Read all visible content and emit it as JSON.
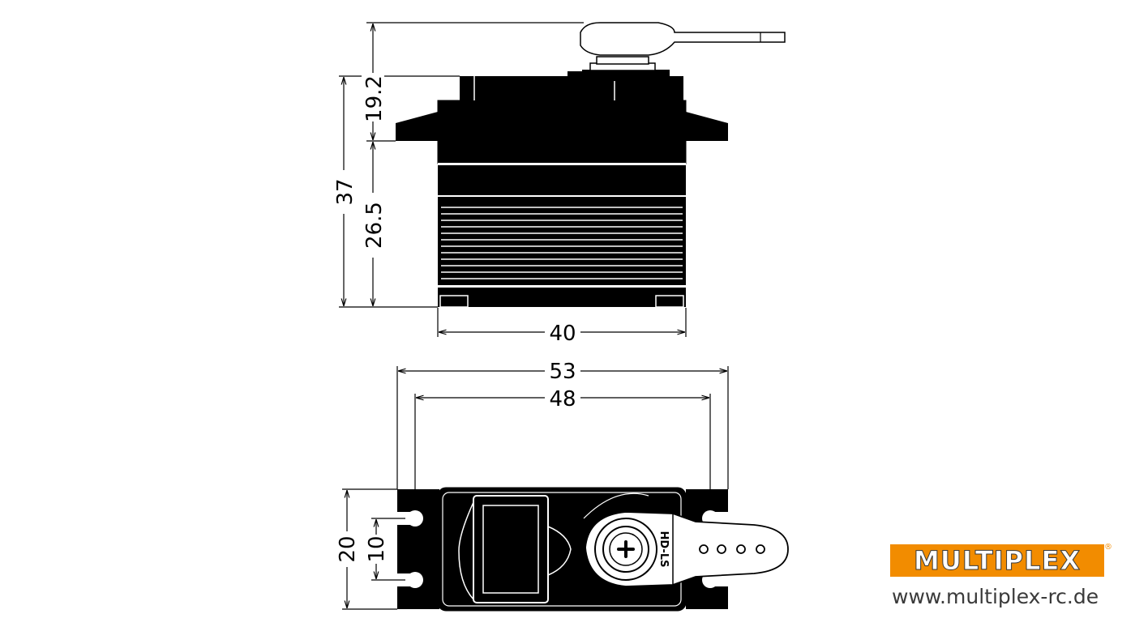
{
  "dimensions": {
    "total_height": "37",
    "upper_height": "19.2",
    "lower_height": "26.5",
    "body_width": "40",
    "overall_length": "53",
    "mount_spacing": "48",
    "depth": "20",
    "hole_spacing": "10"
  },
  "horn_label": "HD-LS",
  "brand": {
    "logo_text": "MULTIPLEX",
    "registered_mark": "®",
    "website": "www.multiplex-rc.de",
    "color": "#f28c00"
  },
  "colors": {
    "line": "#000000",
    "background": "#ffffff"
  }
}
